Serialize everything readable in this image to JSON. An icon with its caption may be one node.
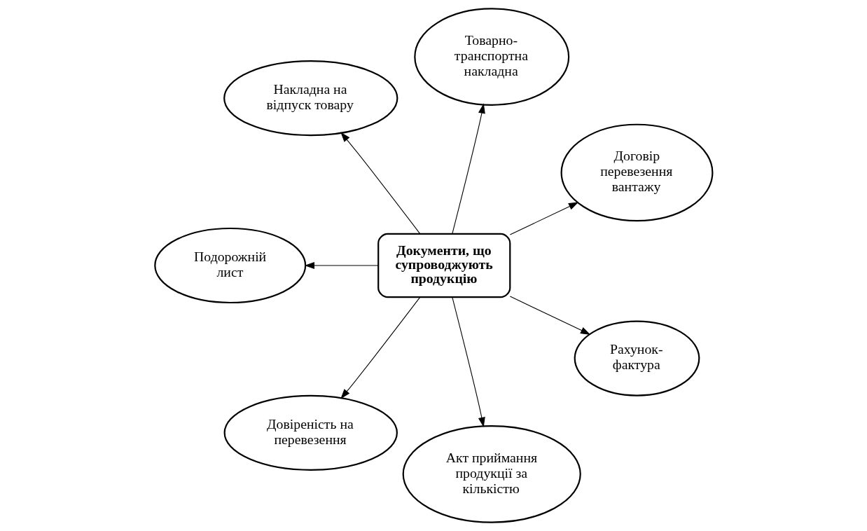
{
  "diagram": {
    "nodes": [
      {
        "text": [
          "Документи, що супроводжують продукцію"
        ]
      },
      {
        "text": [
          "Договір перевезення вантажу"
        ]
      },
      {
        "text": [
          "Товарно-транспортна накладна"
        ]
      },
      {
        "text": [
          "Накладна на відпуск товару"
        ]
      },
      {
        "text": [
          "Подорожній лист"
        ]
      },
      {
        "text": [
          "Довіреність на перевезення"
        ]
      },
      {
        "text": [
          "Акт приймання продукції за кількістю"
        ]
      },
      {
        "text": [
          "Рахунок-фактура"
        ]
      }
    ],
    "edges": [
      {
        "from": 0,
        "to": 1,
        "arrow": "to"
      },
      {
        "from": 0,
        "to": 2,
        "arrow": "to"
      },
      {
        "from": 0,
        "to": 3,
        "arrow": "to"
      },
      {
        "from": 0,
        "to": 4,
        "arrow": "to"
      },
      {
        "from": 0,
        "to": 5,
        "arrow": "to"
      },
      {
        "from": 0,
        "to": 6,
        "arrow": "to"
      },
      {
        "from": 0,
        "to": 7,
        "arrow": "to"
      }
    ]
  }
}
